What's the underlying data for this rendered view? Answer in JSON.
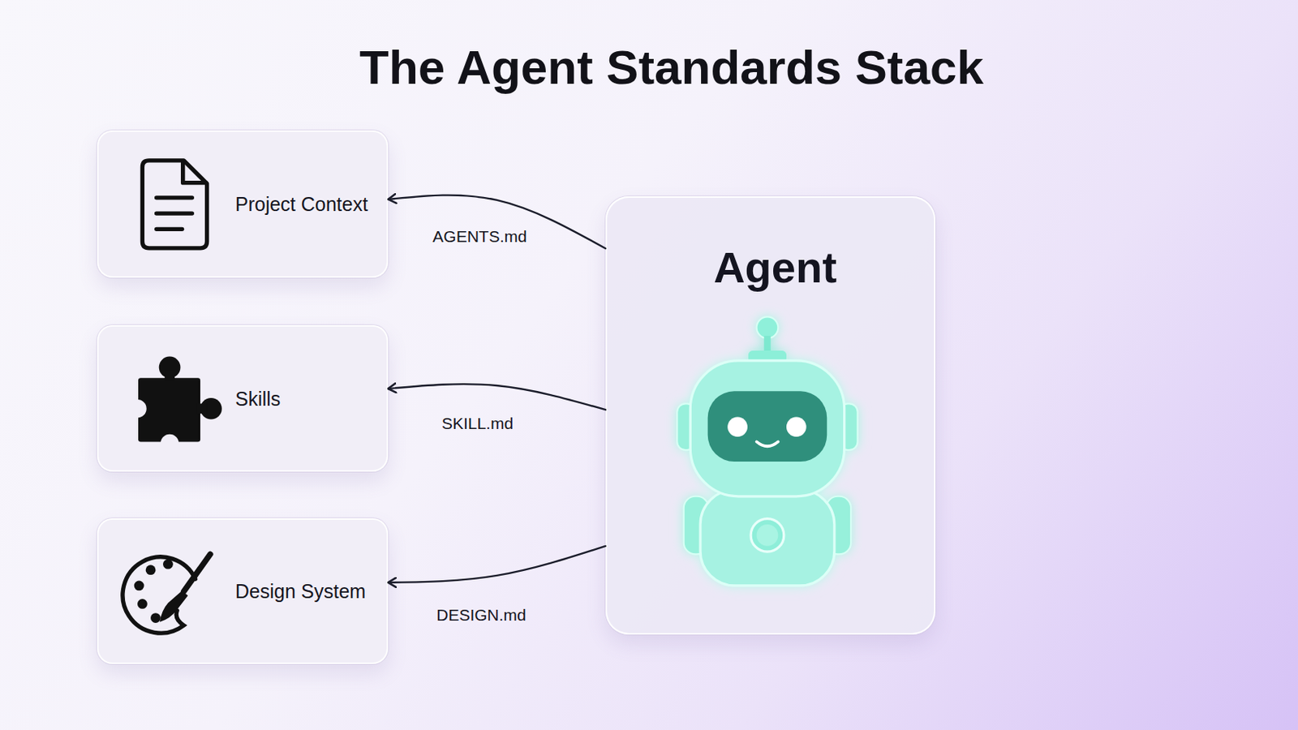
{
  "diagram": {
    "title": "The Agent Standards Stack",
    "nodes": [
      {
        "text": [
          "Project Context"
        ]
      },
      {
        "text": [
          "Skills"
        ]
      },
      {
        "text": [
          "Design System"
        ]
      },
      {
        "text": [
          "Agent"
        ]
      }
    ],
    "edges": [
      {
        "from": 3,
        "to": 0,
        "arrow": "to",
        "label": "AGENTS.md"
      },
      {
        "from": 3,
        "to": 1,
        "arrow": "to",
        "label": "SKILL.md"
      },
      {
        "from": 3,
        "to": 2,
        "arrow": "to",
        "label": "DESIGN.md"
      }
    ]
  }
}
